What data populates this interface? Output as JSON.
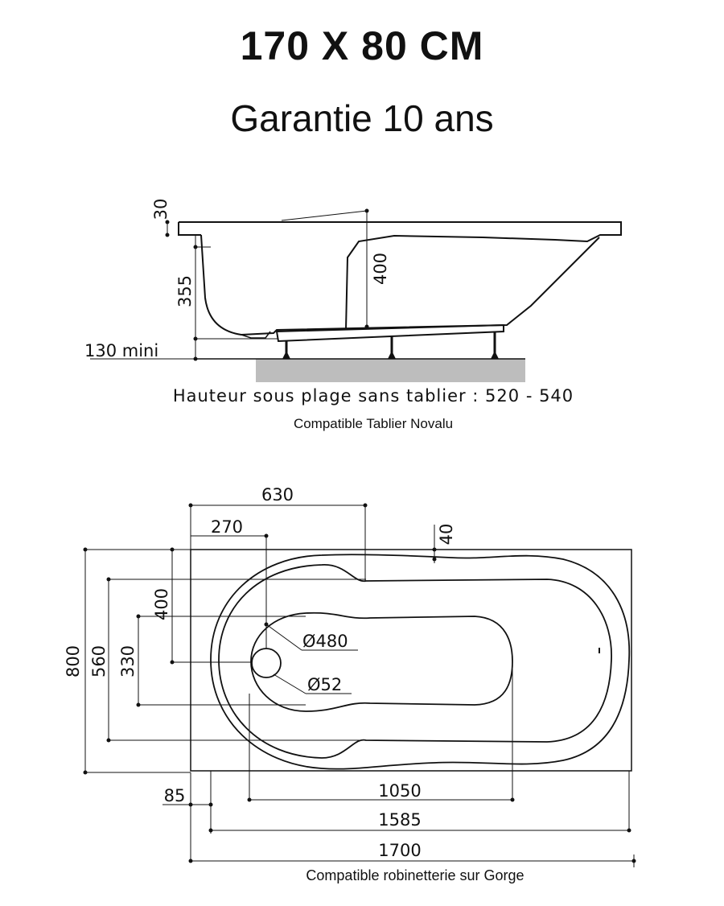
{
  "header": {
    "title": "170 X 80 CM",
    "subtitle": "Garantie 10 ans"
  },
  "side_view": {
    "dims": {
      "rim": "30",
      "depth": "400",
      "height_to_feet": "355",
      "min_clearance": "130 mini"
    },
    "caption": "Hauteur sous plage sans tablier : 520 - 540",
    "subcaption": "Compatible Tablier Novalu"
  },
  "top_view": {
    "dims": {
      "w630": "630",
      "w270": "270",
      "w40": "40",
      "h800": "800",
      "h560": "560",
      "h400": "400",
      "h330": "330",
      "diam480": "Ø480",
      "diam52": "Ø52",
      "w85": "85",
      "w1050": "1050",
      "w1585": "1585",
      "w1700": "1700"
    },
    "caption": "Compatible robinetterie sur Gorge"
  }
}
